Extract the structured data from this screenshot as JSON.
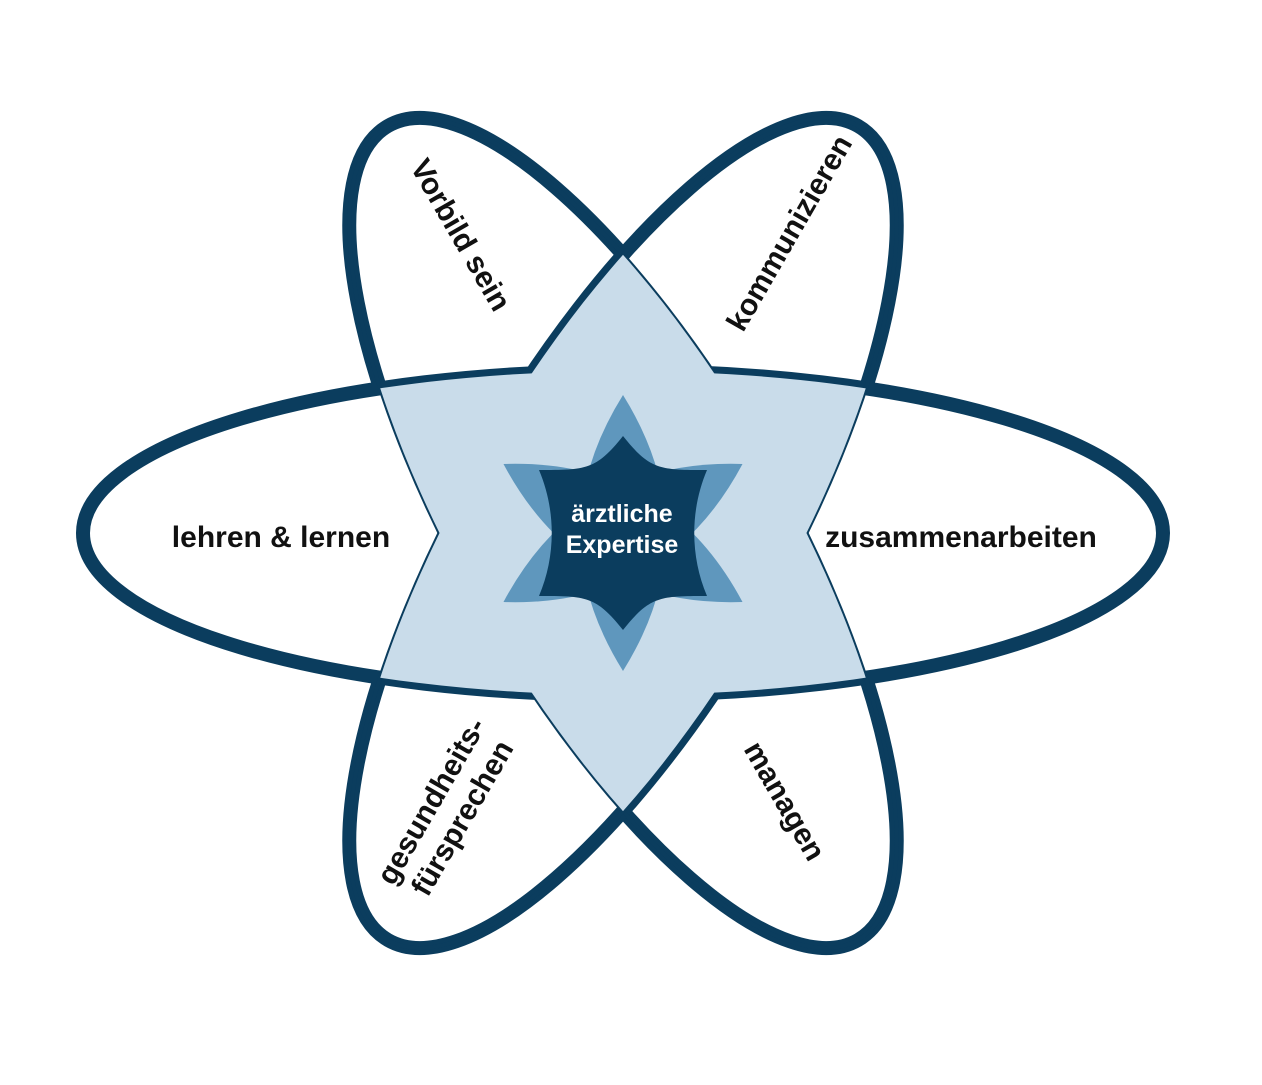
{
  "center": {
    "line1": "ärztliche",
    "line2": "Expertise"
  },
  "roles": {
    "vorbild": "Vorbild sein",
    "kommunizieren": "kommunizieren",
    "lehren": "lehren & lernen",
    "zusammenarbeiten": "zusammenarbeiten",
    "gesundheit_line1": "gesundheits-",
    "gesundheit_line2": "fürsprechen",
    "managen": "managen"
  },
  "colors": {
    "outline": "#0b3d5e",
    "light_blue": "#c9dcea",
    "mid_blue": "#5f97bd",
    "dark_center": "#0b3d5e"
  }
}
